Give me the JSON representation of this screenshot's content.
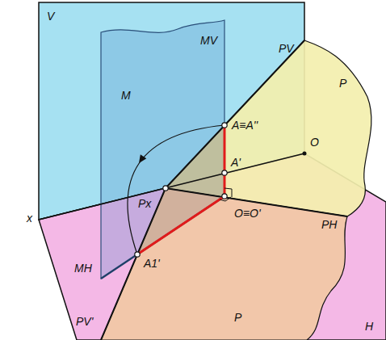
{
  "diagram": {
    "labels": [
      "V",
      "MV",
      "PV",
      "P",
      "M",
      "A≡A''",
      "A'",
      "Px",
      "O",
      "x",
      "O≡O'",
      "PH",
      "MH",
      "A1'",
      "PV'",
      "P",
      "H"
    ]
  }
}
